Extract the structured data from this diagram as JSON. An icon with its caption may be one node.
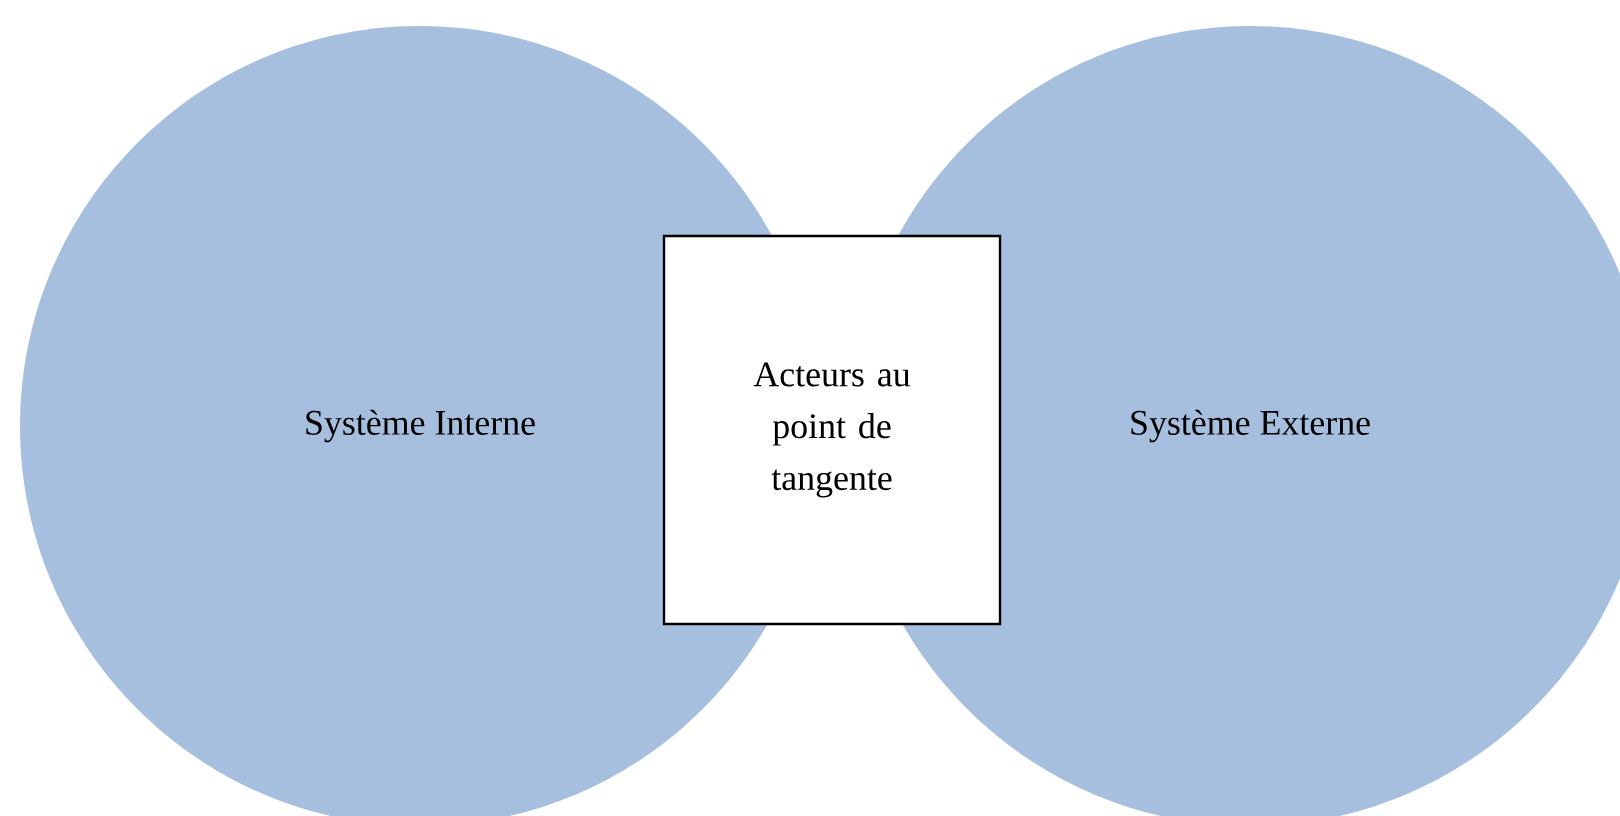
{
  "diagram": {
    "nodes": [
      {
        "text": [
          "Système Interne"
        ]
      },
      {
        "text": [
          "Système Externe"
        ]
      },
      {
        "text": [
          "Acteurs au point de tangente"
        ]
      }
    ]
  }
}
